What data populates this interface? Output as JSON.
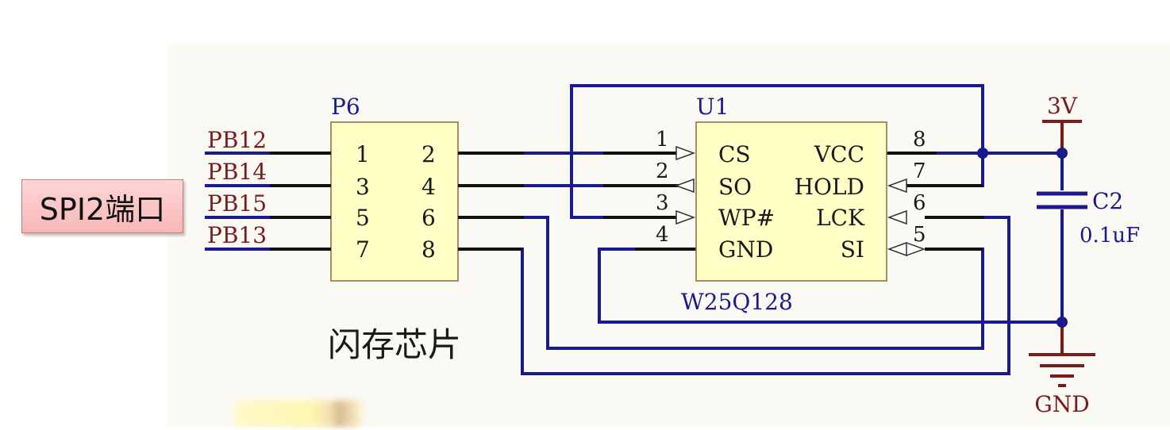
{
  "connector": {
    "ref": "P6",
    "left_pins": [
      "1",
      "3",
      "5",
      "7"
    ],
    "right_pins": [
      "2",
      "4",
      "6",
      "8"
    ],
    "nets": [
      "PB12",
      "PB14",
      "PB15",
      "PB13"
    ]
  },
  "chip": {
    "ref": "U1",
    "part": "W25Q128",
    "left_pins": [
      {
        "num": "1",
        "name": "CS"
      },
      {
        "num": "2",
        "name": "SO"
      },
      {
        "num": "3",
        "name": "WP#"
      },
      {
        "num": "4",
        "name": "GND"
      }
    ],
    "right_pins": [
      {
        "num": "8",
        "name": "VCC"
      },
      {
        "num": "7",
        "name": "HOLD"
      },
      {
        "num": "6",
        "name": "LCK"
      },
      {
        "num": "5",
        "name": "SI"
      }
    ]
  },
  "power": {
    "vcc_label": "3V",
    "gnd_label": "GND"
  },
  "capacitor": {
    "ref": "C2",
    "value": "0.1uF"
  },
  "labels": {
    "callout": "SPI2端口",
    "caption": "闪存芯片"
  },
  "colors": {
    "wire": "#1a1a8c",
    "power": "#7a1c1c",
    "part_fill": "#ffffc6",
    "pin_text": "#1a1a8c"
  }
}
